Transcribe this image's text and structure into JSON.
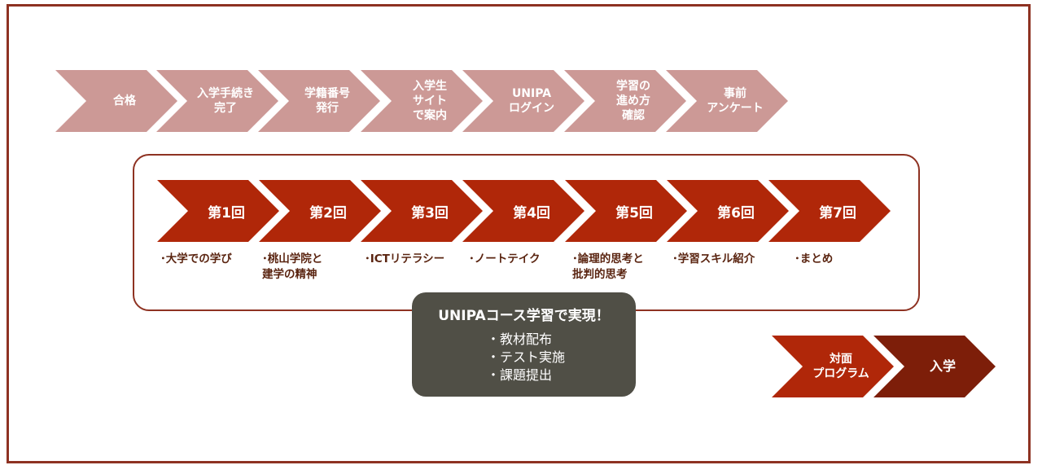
{
  "pre_steps": [
    "合格",
    "入学手続き\n完了",
    "学籍番号\n発行",
    "入学生\nサイト\nで案内",
    "UNIPA\nログイン",
    "学習の\n進め方\n確認",
    "事前\nアンケート"
  ],
  "rounds": [
    {
      "label": "第1回",
      "topic": "･大学での学び"
    },
    {
      "label": "第2回",
      "topic": "･桃山学院と\n 建学の精神"
    },
    {
      "label": "第3回",
      "topic": "･ICTリテラシー"
    },
    {
      "label": "第4回",
      "topic": "･ノートテイク"
    },
    {
      "label": "第5回",
      "topic": "･論理的思考と\n 批判的思考"
    },
    {
      "label": "第6回",
      "topic": "･学習スキル紹介"
    },
    {
      "label": "第7回",
      "topic": "･まとめ"
    }
  ],
  "callout": {
    "title": "UNIPAコース学習で実現！",
    "items": [
      "・教材配布",
      "・テスト実施",
      "・課題提出"
    ]
  },
  "post_steps": [
    "対面\nプログラム",
    "入学"
  ],
  "colors": {
    "pre_step": "#cc9996",
    "round": "#b02709",
    "face_to_face": "#b02709",
    "enrollment": "#7d1e09",
    "callout_bg": "#504f46",
    "border": "#8e3222"
  }
}
